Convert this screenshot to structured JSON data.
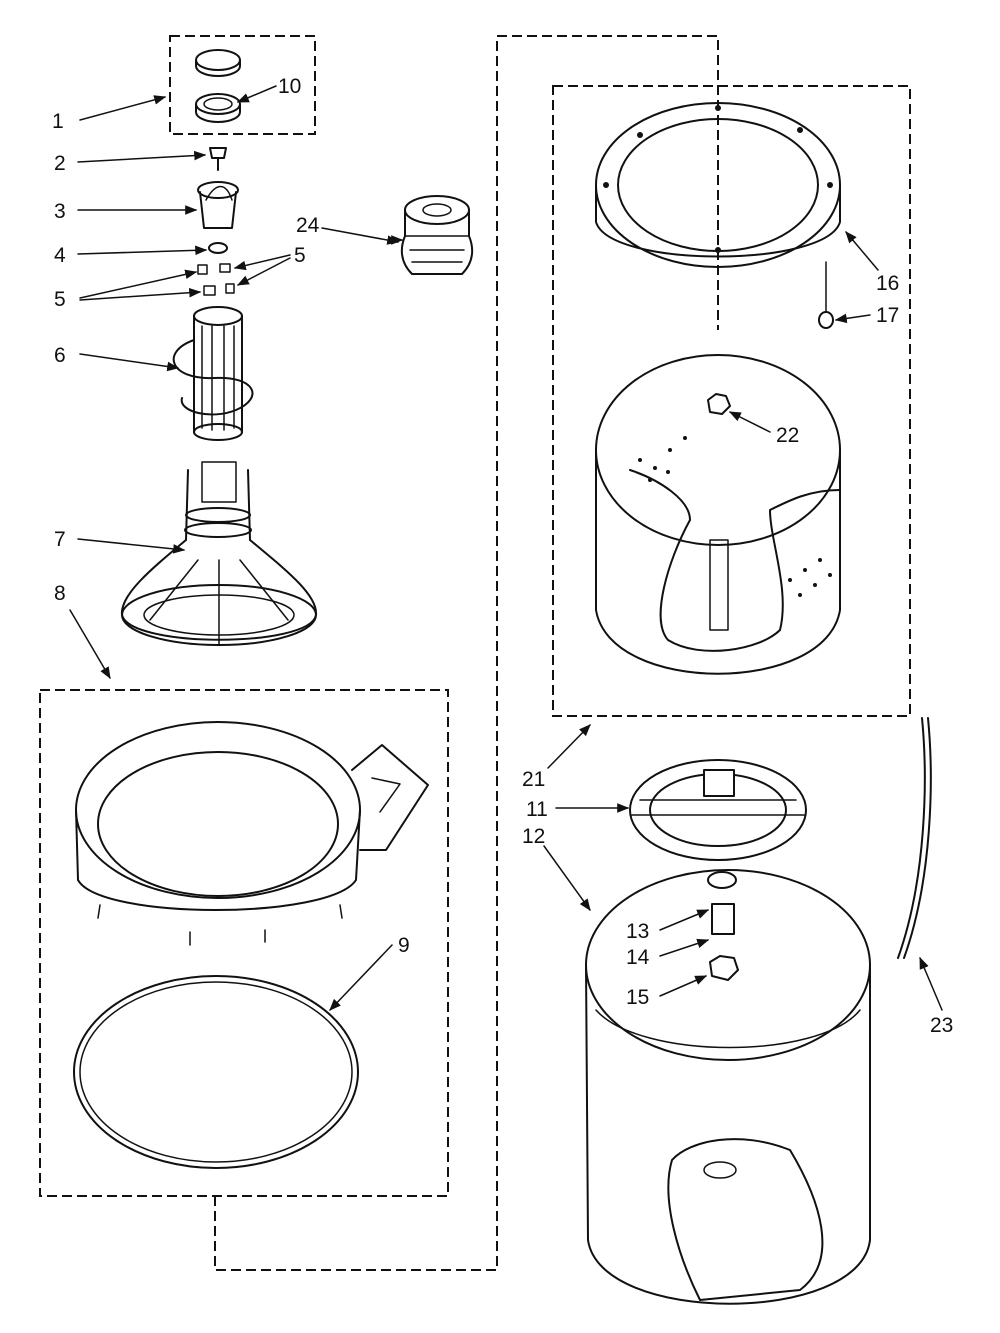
{
  "callouts": {
    "c1": "1",
    "c2": "2",
    "c3": "3",
    "c4": "4",
    "c5a": "5",
    "c5b": "5",
    "c6": "6",
    "c7": "7",
    "c8": "8",
    "c9": "9",
    "c10": "10",
    "c11": "11",
    "c12": "12",
    "c13": "13",
    "c14": "14",
    "c15": "15",
    "c16": "16",
    "c17": "17",
    "c21": "21",
    "c22": "22",
    "c23": "23",
    "c24": "24"
  }
}
